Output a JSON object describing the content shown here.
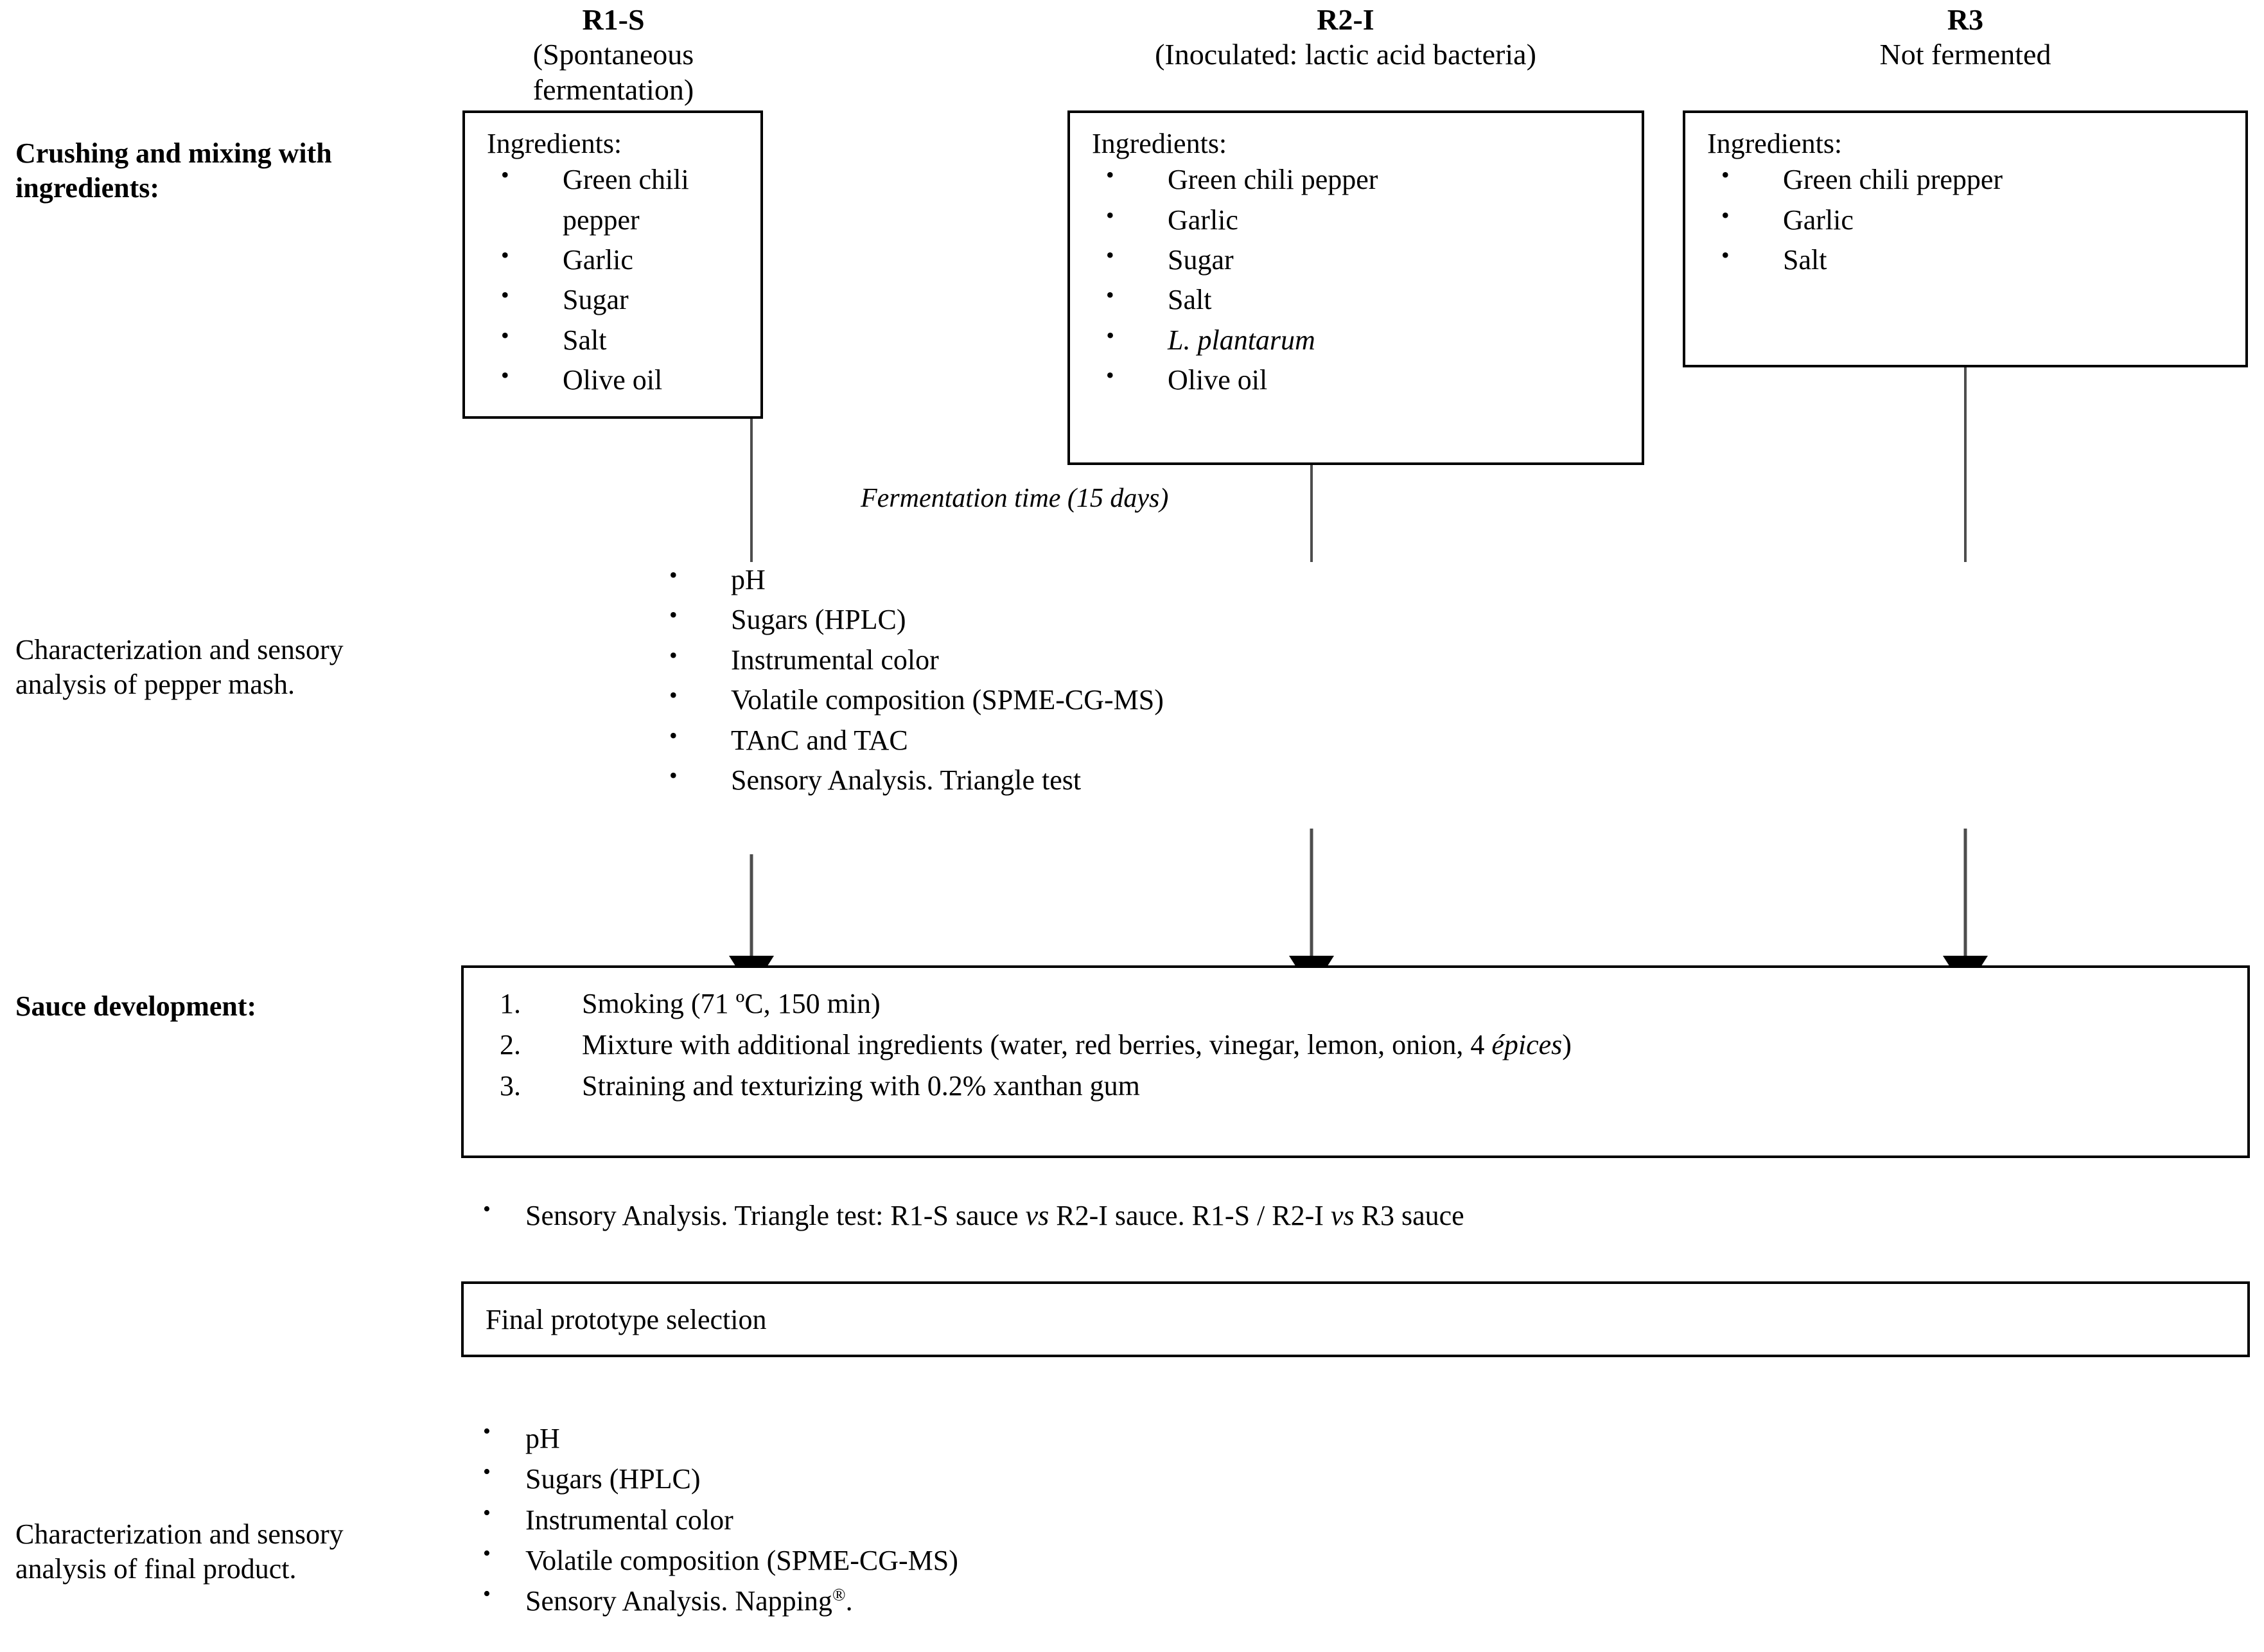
{
  "columns": [
    {
      "code": "R1-S",
      "sub": "(Spontaneous fermentation)"
    },
    {
      "code": "R2-I",
      "sub": "(Inoculated: lactic acid bacteria)"
    },
    {
      "code": "R3",
      "sub": "Not fermented"
    }
  ],
  "stage_labels": {
    "crushing": "Crushing and mixing with ingredients:",
    "characterization_mash": "Characterization and sensory analysis of pepper mash.",
    "sauce_development": "Sauce development:",
    "characterization_final": "Characterization and sensory analysis of final product."
  },
  "ingredient_boxes": [
    {
      "title": "Ingredients:",
      "items": [
        {
          "text": "Green chili pepper",
          "italic": false
        },
        {
          "text": "Garlic",
          "italic": false
        },
        {
          "text": "Sugar",
          "italic": false
        },
        {
          "text": "Salt",
          "italic": false
        },
        {
          "text": "Olive oil",
          "italic": false
        }
      ]
    },
    {
      "title": "Ingredients:",
      "items": [
        {
          "text": "Green chili pepper",
          "italic": false
        },
        {
          "text": "Garlic",
          "italic": false
        },
        {
          "text": "Sugar",
          "italic": false
        },
        {
          "text": "Salt",
          "italic": false
        },
        {
          "text": "L. plantarum",
          "italic": true
        },
        {
          "text": "Olive oil",
          "italic": false
        }
      ]
    },
    {
      "title": "Ingredients:",
      "items": [
        {
          "text": "Green chili prepper",
          "italic": false
        },
        {
          "text": "Garlic",
          "italic": false
        },
        {
          "text": "Salt",
          "italic": false
        }
      ]
    }
  ],
  "fermentation_label": "Fermentation time (15 days)",
  "mash_analysis": [
    "pH",
    "Sugars (HPLC)",
    "Instrumental color",
    "Volatile composition (SPME-CG-MS)",
    "TAnC and TAC",
    "Sensory Analysis. Triangle test"
  ],
  "sauce_steps": [
    "Smoking (71 ºC, 150 min)",
    "Mixture with additional ingredients (water, red berries, vinegar, lemon, onion, 4 épices)",
    "Straining and texturizing with 0.2% xanthan gum"
  ],
  "sauce_step_2_parts": {
    "before": "Mixture with additional ingredients (water, red berries, vinegar, lemon, onion, 4 ",
    "italic": "épices",
    "after": ")"
  },
  "sensory_sauce_line": {
    "p1": "Sensory Analysis. Triangle test: R1-S sauce ",
    "i1": "vs",
    "p2": " R2-I sauce. R1-S / R2-I ",
    "i2": "vs",
    "p3": " R3 sauce"
  },
  "final_prototype_box": "Final prototype selection",
  "final_analysis": [
    "pH",
    "Sugars (HPLC)",
    "Instrumental color",
    "Volatile composition (SPME-CG-MS)",
    "Sensory Analysis. Napping®."
  ],
  "final_analysis_last_parts": {
    "before": "Sensory Analysis. Napping",
    "sup": "®",
    "after": "."
  },
  "colors": {
    "ink": "#000000",
    "paper": "#ffffff",
    "connector": "#4d4d4d"
  }
}
